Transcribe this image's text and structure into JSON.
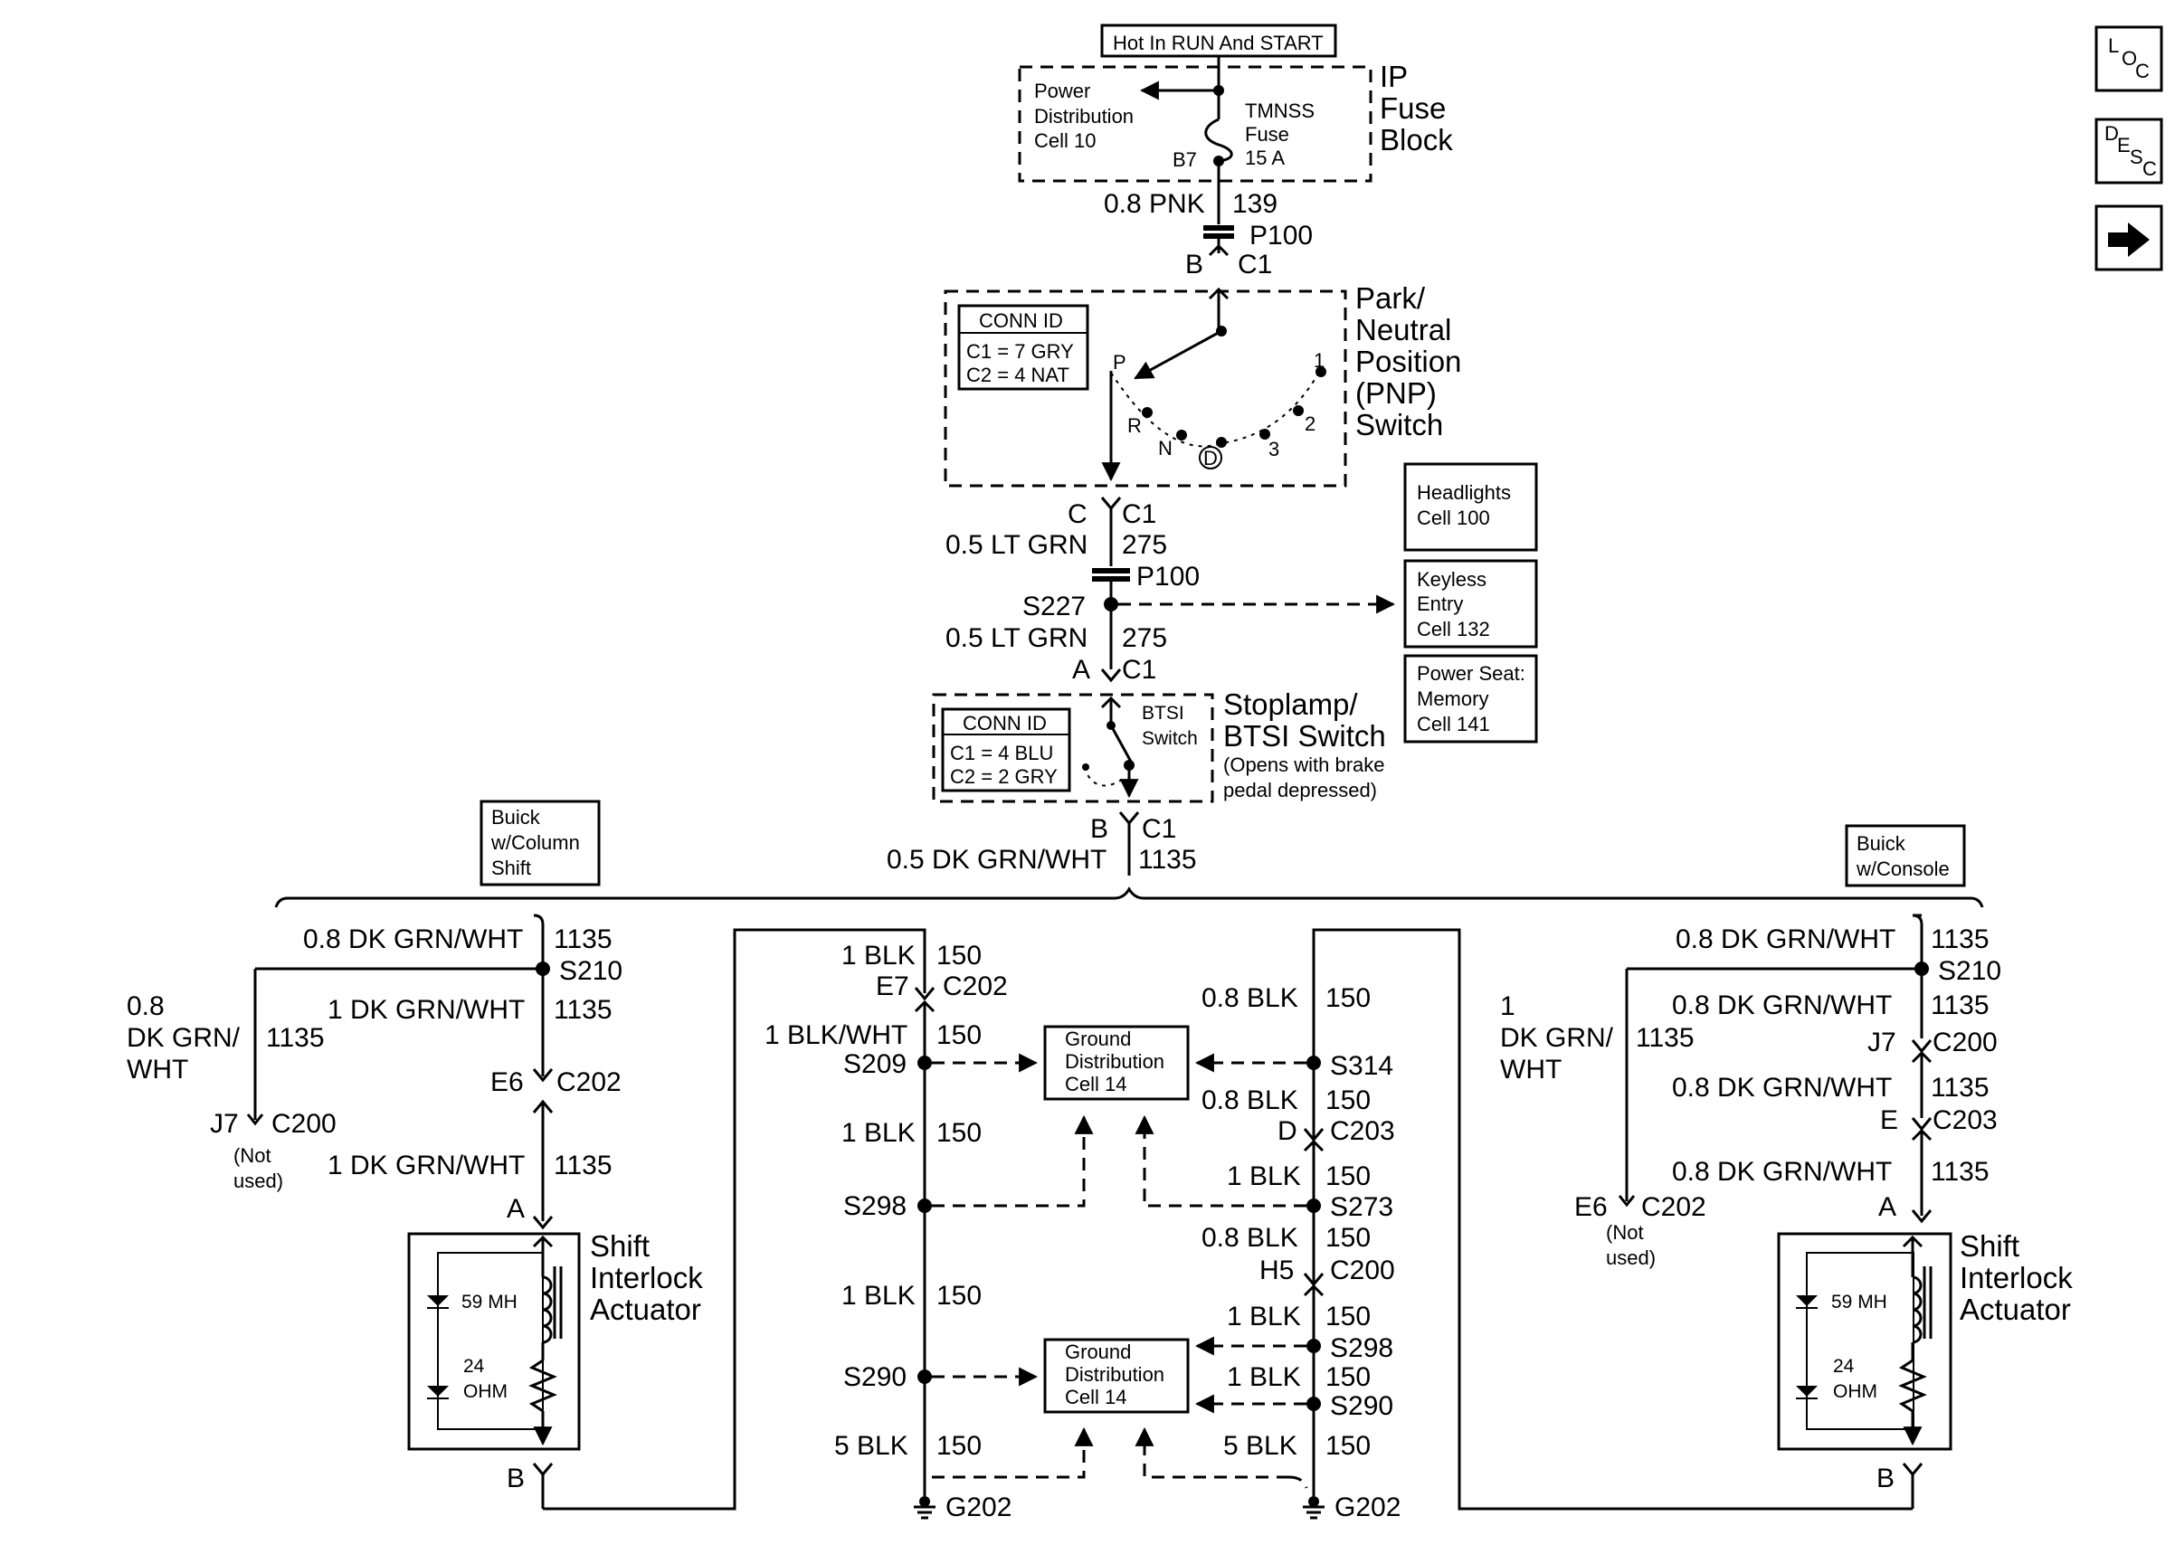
{
  "nav": {
    "loc_a": "L",
    "loc_b": "O",
    "loc_c": "C",
    "desc_a": "D",
    "desc_b": "E",
    "desc_c": "S",
    "desc_d": "C"
  },
  "labels": {
    "hot_in": "Hot In RUN And START",
    "pd_1": "Power",
    "pd_2": "Distribution",
    "pd_3": "Cell 10",
    "fuse_1": "TMNSS",
    "fuse_2": "Fuse",
    "fuse_3": "15 A",
    "b7": "B7",
    "ip_1": "IP",
    "ip_2": "Fuse",
    "ip_3": "Block",
    "pnk": "0.8 PNK",
    "w139": "139",
    "p100": "P100",
    "b": "B",
    "c1": "C1",
    "conn_id": "CONN ID",
    "pnp_c1": "C1 = 7 GRY",
    "pnp_c2": "C2 = 4 NAT",
    "pos_p": "P",
    "pos_r": "R",
    "pos_n": "N",
    "pos_d": "D",
    "pos_3": "3",
    "pos_2": "2",
    "pos_1": "1",
    "pnp_1": "Park/",
    "pnp_2": "Neutral",
    "pnp_3": "Position",
    "pnp_4": "(PNP)",
    "pnp_5": "Switch",
    "c": "C",
    "ltgrn": "0.5 LT GRN",
    "w275": "275",
    "s227": "S227",
    "a": "A",
    "head_1": "Headlights",
    "head_2": "Cell 100",
    "key_1": "Keyless",
    "key_2": "Entry",
    "key_3": "Cell 132",
    "seat_1": "Power Seat:",
    "seat_2": "Memory",
    "seat_3": "Cell 141",
    "btsi_c1": "C1 = 4 BLU",
    "btsi_c2": "C2 = 2 GRY",
    "btsi_1": "BTSI",
    "btsi_2": "Switch",
    "stop_1": "Stoplamp/",
    "stop_2": "BTSI Switch",
    "stop_3": "(Opens with brake",
    "stop_4": "pedal depressed)",
    "dkgrnwht05": "0.5 DK GRN/WHT",
    "w1135": "1135",
    "bcol_1": "Buick",
    "bcol_2": "w/Column",
    "bcol_3": "Shift",
    "bcon_1": "Buick",
    "bcon_2": "w/Console",
    "dkgrnwht08": "0.8 DK GRN/WHT",
    "dkgrnwht1": "1 DK GRN/WHT",
    "s210": "S210",
    "l08": "0.8",
    "ldk": "DK GRN/",
    "lwht": "WHT",
    "l1": "1",
    "e6": "E6",
    "c202": "C202",
    "j7": "J7",
    "c200": "C200",
    "not": "(Not",
    "used": "used)",
    "e": "E",
    "c203": "C203",
    "shift_1": "Shift",
    "shift_2": "Interlock",
    "shift_3": "Actuator",
    "mh": "59 MH",
    "ohm_1": "24",
    "ohm_2": "OHM",
    "blk1": "1 BLK",
    "blk08": "0.8 BLK",
    "blk5": "5 BLK",
    "blkwht": "1 BLK/WHT",
    "w150": "150",
    "e7": "E7",
    "s209": "S209",
    "s298": "S298",
    "s290": "S290",
    "g202": "G202",
    "s314": "S314",
    "d": "D",
    "s273": "S273",
    "h5": "H5",
    "gd_1": "Ground",
    "gd_2": "Distribution",
    "gd_3": "Cell 14"
  }
}
